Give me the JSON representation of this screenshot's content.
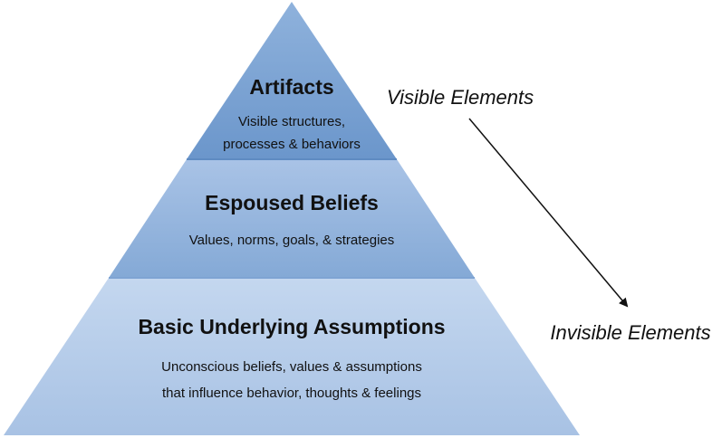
{
  "diagram": {
    "layers": [
      {
        "title": "Artifacts",
        "description": [
          "Visible structures,",
          "processes & behaviors"
        ],
        "color": "#6f9bcf"
      },
      {
        "title": "Espoused Beliefs",
        "description": [
          "Values, norms, goals, & strategies"
        ],
        "color": "#8fb1da"
      },
      {
        "title": "Basic Underlying Assumptions",
        "description": [
          "Unconscious beliefs, values & assumptions",
          "that influence behavior, thoughts & feelings"
        ],
        "color": "#b3cae8"
      }
    ],
    "labels": {
      "visible": "Visible Elements",
      "invisible": "Invisible Elements"
    }
  }
}
